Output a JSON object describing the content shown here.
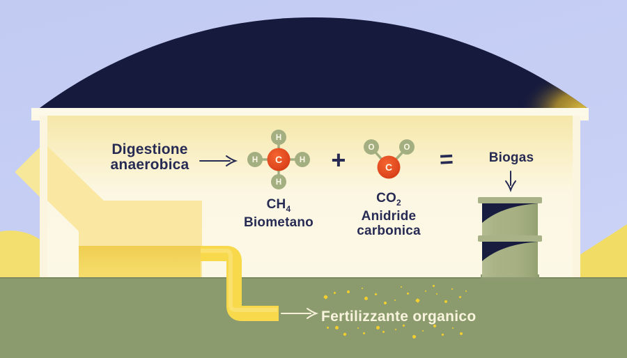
{
  "scene": {
    "process": {
      "title_line1": "Digestione",
      "title_line2": "anaerobica"
    },
    "operators": {
      "plus_sign": "+",
      "equals_sign": "="
    },
    "result_label": "Biogas",
    "fertilizer_label": "Fertilizzante organico"
  },
  "molecules": {
    "methane": {
      "formula_base": "CH",
      "formula_sub": "4",
      "name": "Biometano",
      "center_atom": "C",
      "outer_atom": "H"
    },
    "carbon_dioxide": {
      "formula_base": "CO",
      "formula_sub": "2",
      "name_line1": "Anidride",
      "name_line2": "carbonica",
      "center_atom": "C",
      "outer_atom": "O"
    }
  },
  "colors": {
    "sky": "#c5cdf4",
    "dome_navy": "#161a3c",
    "dome_glow_gold": "#d9b93c",
    "building_cream": "#fcf7e3",
    "text_navy": "#272b54",
    "atom_red": "#e0481f",
    "atom_sage": "#a3ae81",
    "pipe_yellow": "#f7d94b",
    "ground_green": "#8c9b6e",
    "barrel_green": "#a9b286",
    "fertilizer_text_cream": "#f9f4de"
  }
}
